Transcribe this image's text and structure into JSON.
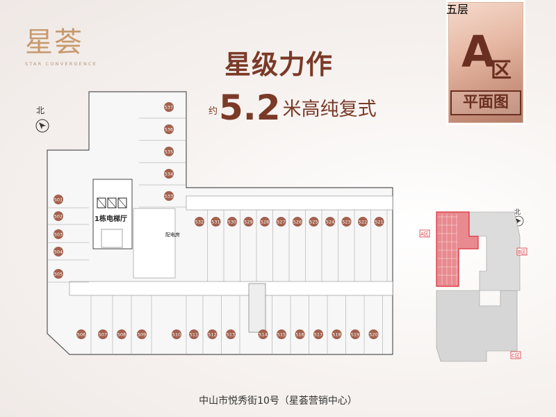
{
  "brand": {
    "logo_text": "星荟",
    "logo_sub": "STAR CONVERGENCE"
  },
  "headline": {
    "title": "星级力作",
    "prefix": "约",
    "number": "5.2",
    "suffix": "米高纯复式"
  },
  "badge": {
    "floor": "五层",
    "zone_letter": "A",
    "zone_char": "区",
    "plan_label": "平面图",
    "gradient_top": "#f6dcd0",
    "gradient_bottom": "#b17b67"
  },
  "plan": {
    "north_label": "北",
    "elevator_hall": "1栋电梯厅",
    "power_room": "配电房",
    "unit_color": "#a3614d",
    "units_right_column": [
      "537",
      "536",
      "535",
      "534",
      "533"
    ],
    "units_left_column": [
      "501",
      "502",
      "503",
      "504",
      "505"
    ],
    "units_top_row": [
      "532",
      "531",
      "530",
      "529",
      "528",
      "527",
      "526",
      "525",
      "524",
      "523",
      "522",
      "521"
    ],
    "units_bottom_left": [
      "506",
      "507",
      "508",
      "509",
      "510"
    ],
    "units_bottom_row": [
      "511",
      "512",
      "513",
      "514",
      "515",
      "516",
      "517",
      "518",
      "519",
      "520"
    ]
  },
  "key_plan": {
    "north_label": "北",
    "zone_a": "A区",
    "zone_b": "B区",
    "zone_c": "C区",
    "highlight_color": "#d9303a"
  },
  "footer": {
    "address": "中山市悦秀街10号（星荟营销中心）"
  }
}
